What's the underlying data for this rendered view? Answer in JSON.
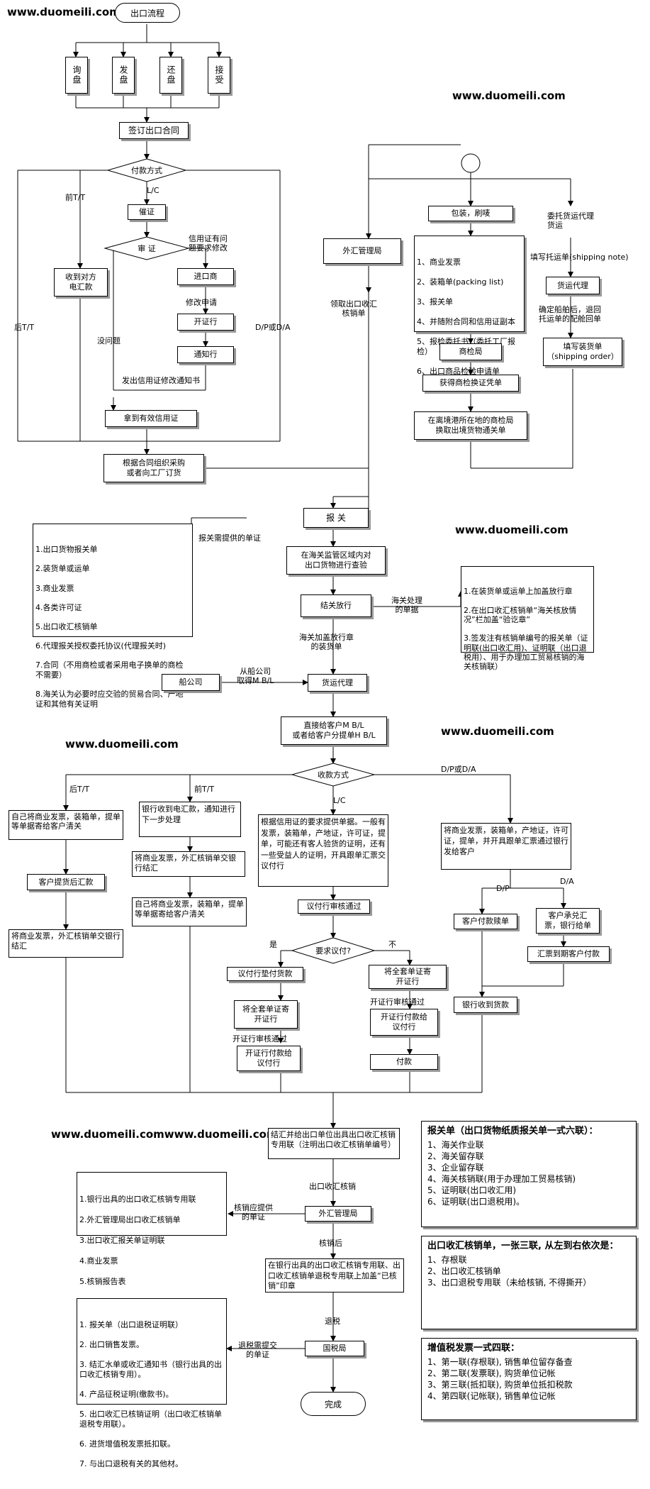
{
  "watermarks": [
    "www.duomeili.com",
    "www.duomeili.com",
    "www.duomeili.com",
    "www.duomeili.com",
    "www.duomeili.com",
    "www.duomeili.comwww.duomeili.com"
  ],
  "start": "出口流程",
  "nego": [
    "询盘",
    "发盘",
    "还盘",
    "接受"
  ],
  "sign": "签订出口合同",
  "pay_method": "付款方式",
  "pre_tt": "前T/T",
  "lc": "L/C",
  "post_tt": "后T/T",
  "dpda": "D/P或D/A",
  "receive_tt": "收到对方\n电汇款",
  "urge": "催证",
  "audit": "审  证",
  "lc_problem": "信用证有问\n题要求修改",
  "no_problem": "没问题",
  "importer": "进口商",
  "amend_req": "修改申请",
  "issuing_bank": "开证行",
  "advising_bank": "通知行",
  "amend_notice": "发出信用证修改通知书",
  "valid_lc": "拿到有效信用证",
  "procure": "根据合同组织采购\n或者向工厂订货",
  "forex_bureau": "外汇管理局",
  "get_verif": "领取出口收汇\n核销单",
  "pack": "包装，刷唛",
  "docs_list": [
    "1、商业发票",
    "2、装箱单(packing list)",
    "3、报关单",
    "4、并随附合同和信用证副本",
    "5、报检委托书（委托工厂报检）",
    "6、出口商品检验申请单"
  ],
  "inspection": "商检局",
  "get_inspection": "获得商检换证凭单",
  "exchange_clear": "在离境港所在地的商检局\n换取出境货物通关单",
  "entrust_forwarder": "委托货运代理\n货运",
  "shipping_note": "填写托运单(shipping note)",
  "forwarder": "货运代理",
  "confirm_ship": "确定船舶后，退回\n托运单的配舱回单",
  "shipping_order": "填写装货单\n（shipping order）",
  "customs_docs": [
    "1.出口货物报关单",
    "2.装货单或运单",
    "3.商业发票",
    "4.各类许可证",
    "5.出口收汇核销单",
    "6.代理报关授权委托协议(代理报关时)",
    "7.合同（不用商检或者采用电子换单的商检不需要）",
    "8.海关认为必要时应交验的贸易合同、产地证和其他有关证明"
  ],
  "customs_docs_label": "报关需提供的单证",
  "declare": "报  关",
  "inspect_goods": "在海关监管区域内对\n出口货物进行查验",
  "release": "结关放行",
  "customs_handle": "海关处理\n的单据",
  "customs_actions": [
    "1.在装货单或运单上加盖放行章",
    "2.在出口收汇核销单“海关核放情况”栏加盖“验讫章”",
    "3.签发注有核销单编号的报关单（证明联(出口收汇用)、证明联（出口退税用）、用于办理加工贸易核销的海关核销联）"
  ],
  "stamped_order": "海关加盖放行章\n的装货单",
  "shipping_co": "船公司",
  "get_mbl": "从船公司\n取得M B/L",
  "forwarder2": "货运代理",
  "give_bl": "直接给客户M B/L\n或者给客户分提单H B/L",
  "collect_method": "收款方式",
  "post_tt2": "后T/T",
  "pre_tt2": "前T/T",
  "lc2": "L/C",
  "dpda2": "D/P或D/A",
  "post_tt_send": "自己将商业发票，装箱单，提单等单据寄给客户清关",
  "client_pay": "客户提货后汇款",
  "post_tt_settle": "将商业发票，外汇核销单交银行结汇",
  "pre_tt_bank": "银行收到电汇款，通知进行下一步处理",
  "pre_tt_settle": "将商业发票，外汇核销单交银行结汇",
  "pre_tt_send": "自己将商业发票，装箱单，提单等单据寄给客户清关",
  "lc_docs": "根据信用证的要求提供单据。一般有发票，装箱单，产地证，许可证，提单，可能还有客人验货的证明，还有一些受益人的证明，开具跟单汇票交议付行",
  "nego_bank_ok": "议付行审核通过",
  "require_nego": "要求议付?",
  "yes": "是",
  "no": "不",
  "nego_pay": "议付行垫付货款",
  "send_docs_issuing": "将全套单证寄\n开证行",
  "issuing_ok": "开证行审核通过",
  "issuing_pay_nego": "开证行付款给\n议付行",
  "send_docs_issuing2": "将全套单证寄\n开证行",
  "issuing_ok2": "开证行审核通过",
  "issuing_pay_nego2": "开证行付款给\n议付行",
  "payment": "付款",
  "dpda_docs": "将商业发票，装箱单，产地证，许可证，提单，并开具跟单汇票通过银行发给客户",
  "dp": "D/P",
  "da": "D/A",
  "client_pay_redeem": "客户付款赎单",
  "client_accept": "客户承兑汇\n票，银行给单",
  "due_pay": "汇票到期客户付款",
  "bank_receive": "银行收到货款",
  "settle_register": "结汇并给出口单位出具出口收汇核销专用联（注明出口收汇核销单编号）",
  "export_verif": "出口收汇核销",
  "verif_docs": [
    "1.银行出具的出口收汇核销专用联",
    "2.外汇管理局出口收汇核销单",
    "3.出口收汇报关单证明联",
    "4.商业发票",
    "5.核销报告表"
  ],
  "verif_docs_label": "核销应提供\n的单证",
  "forex_bureau2": "外汇管理局",
  "after_verif": "核销后",
  "stamp_verified": "在银行出具的出口收汇核销专用联、出口收汇核销单退税专用联上加盖“已核销”印章",
  "tax_refund": "退税",
  "refund_docs": [
    "1. 报关单（出口退税证明联）",
    "2. 出口销售发票。",
    "3. 结汇水单或收汇通知书（银行出具的出口收汇核销专用）。",
    "4. 产品征税证明(缴款书)。",
    "5. 出口收汇已核销证明（出口收汇核销单退税专用联）。",
    "6. 进货增值税发票抵扣联。",
    "7. 与出口退税有关的其他材。"
  ],
  "refund_docs_label": "退税需提交\n的单证",
  "tax_bureau": "国税局",
  "end": "完成",
  "info1": {
    "head": "报关单（出口货物纸质报关单一式六联）：",
    "items": [
      "1、海关作业联",
      "2、海关留存联",
      "3、企业留存联",
      "4、海关核销联(用于办理加工贸易核销)",
      "5、证明联(出口收汇用)",
      "6、证明联(出口退税用)。"
    ]
  },
  "info2": {
    "head": "出口收汇核销单，一张三联, 从左到右依次是：",
    "items": [
      "1、存根联",
      "2、出口收汇核销单",
      "3、出口退税专用联（未给核销, 不得撕开）"
    ]
  },
  "info3": {
    "head": "增值税发票一式四联：",
    "items": [
      "1、第一联(存根联), 销售单位留存备查",
      "2、第二联(发票联), 购货单位记帐",
      "3、第三联(抵扣联), 购货单位抵扣税款",
      "4、第四联(记帐联), 销售单位记帐"
    ]
  }
}
